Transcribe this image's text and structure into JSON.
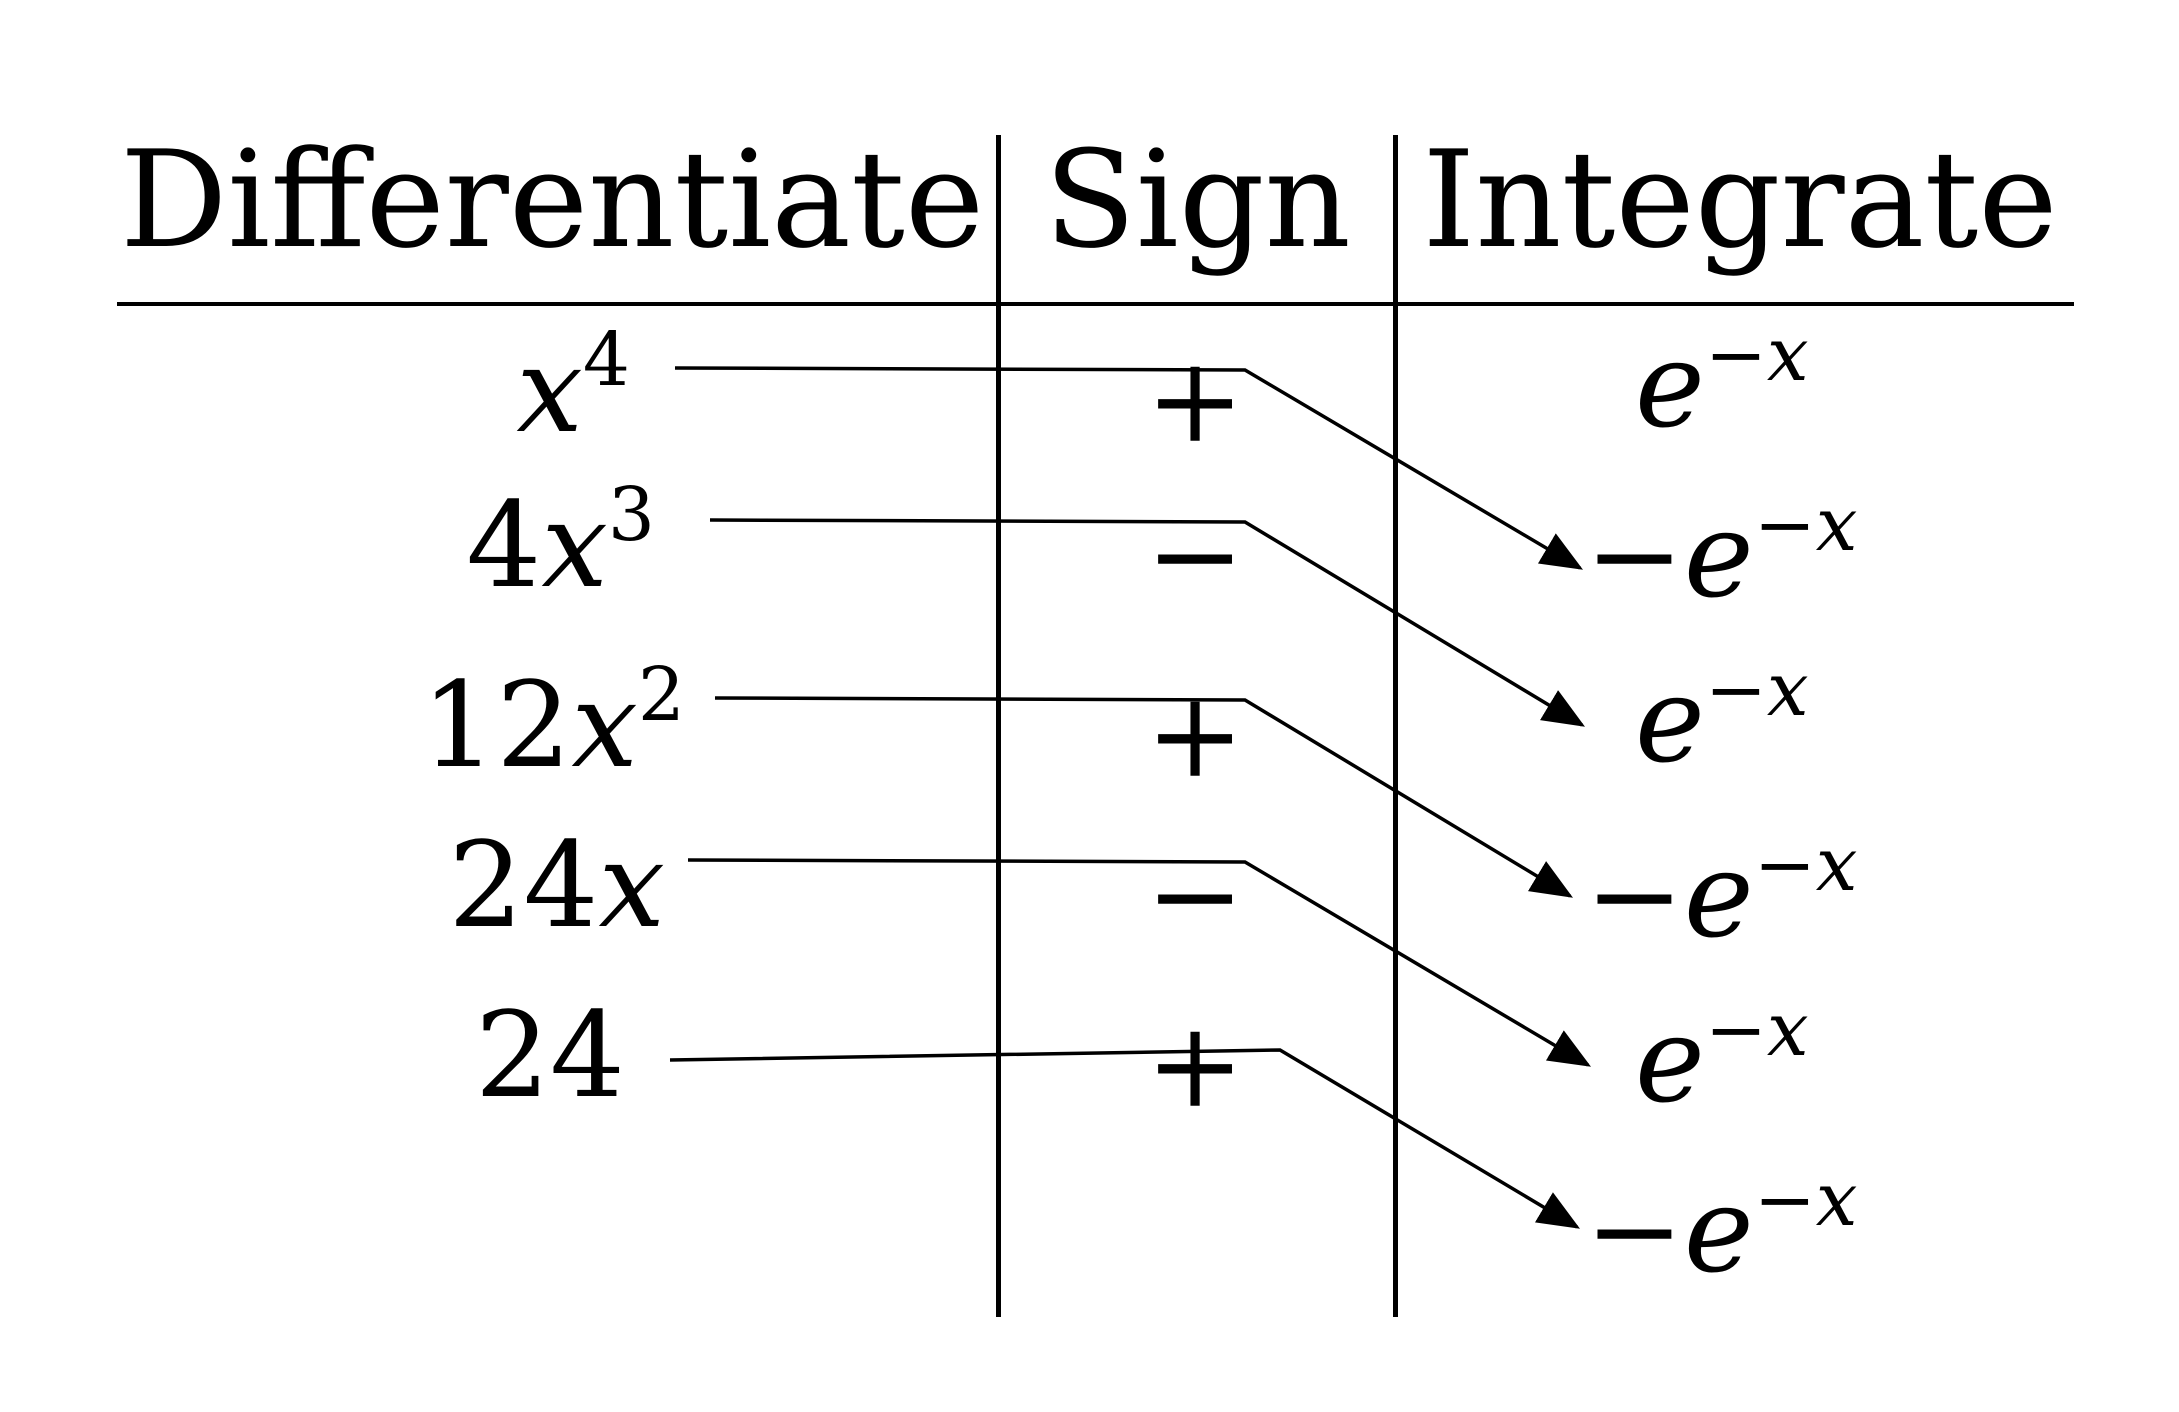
{
  "headers": {
    "differentiate": "Differentiate",
    "sign": "Sign",
    "integrate": "Integrate"
  },
  "differentiate": [
    {
      "coef": "",
      "var": "x",
      "exp": "4"
    },
    {
      "coef": "4",
      "var": "x",
      "exp": "3"
    },
    {
      "coef": "12",
      "var": "x",
      "exp": "2"
    },
    {
      "coef": "24",
      "var": "x",
      "exp": ""
    },
    {
      "coef": "24",
      "var": "",
      "exp": ""
    }
  ],
  "signs": [
    "+",
    "−",
    "+",
    "−",
    "+"
  ],
  "integrate": [
    {
      "sign": "",
      "base": "e",
      "exp_sign": "−",
      "exp_var": "x"
    },
    {
      "sign": "−",
      "base": "e",
      "exp_sign": "−",
      "exp_var": "x"
    },
    {
      "sign": "",
      "base": "e",
      "exp_sign": "−",
      "exp_var": "x"
    },
    {
      "sign": "−",
      "base": "e",
      "exp_sign": "−",
      "exp_var": "x"
    },
    {
      "sign": "",
      "base": "e",
      "exp_sign": "−",
      "exp_var": "x"
    },
    {
      "sign": "−",
      "base": "e",
      "exp_sign": "−",
      "exp_var": "x"
    }
  ]
}
